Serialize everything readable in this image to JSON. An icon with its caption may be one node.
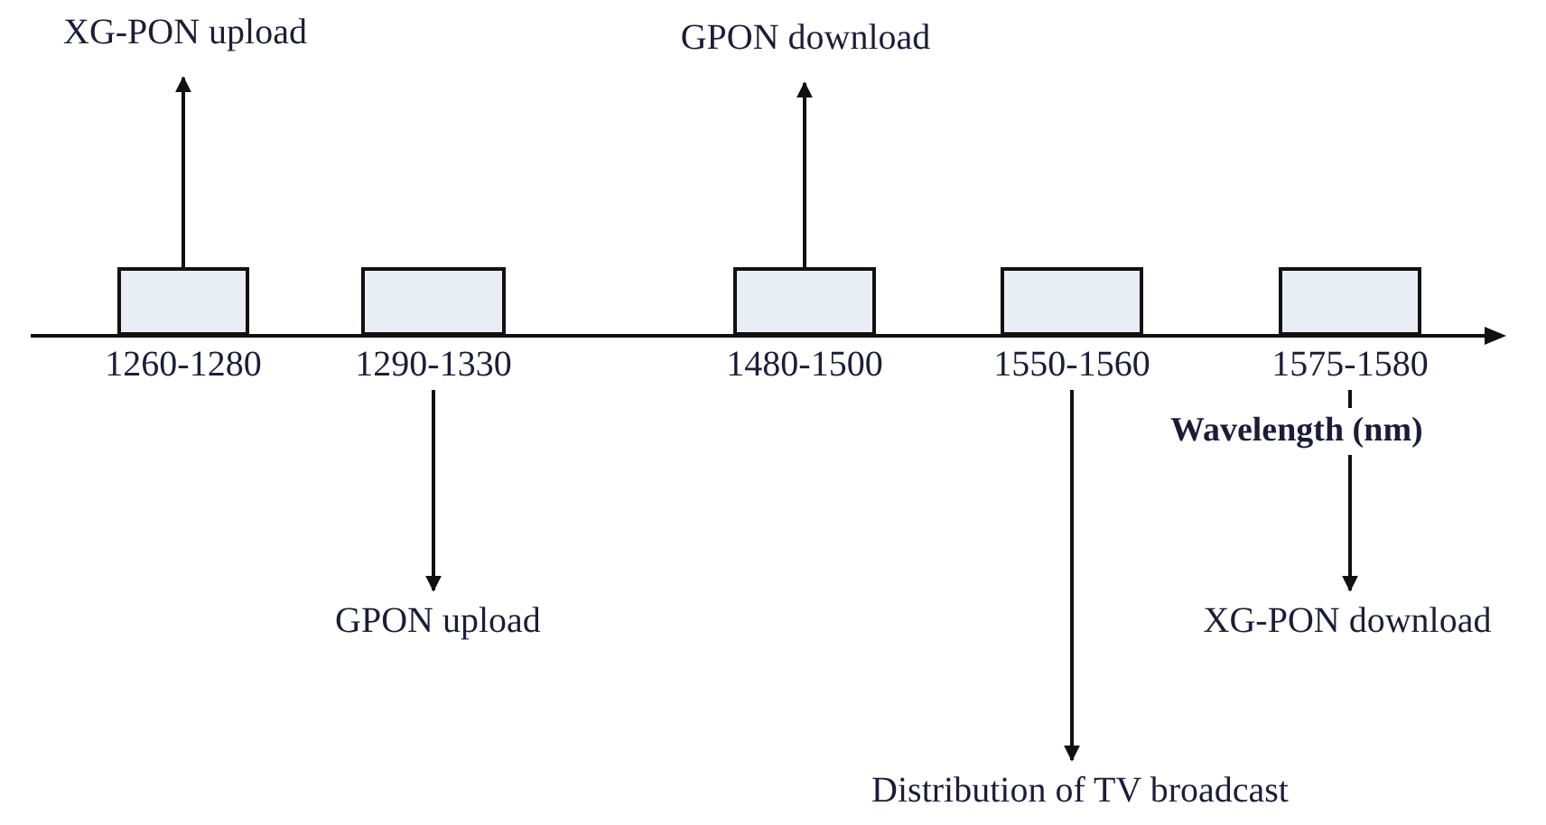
{
  "diagram": {
    "nodes": [
      {
        "text": [
          "XG-PON upload"
        ]
      },
      {
        "text": [
          "GPON download"
        ]
      },
      {
        "text": [],
        "shape": "box",
        "beside": [
          "1260-1280"
        ]
      },
      {
        "text": [],
        "shape": "box",
        "beside": [
          "1290-1330"
        ]
      },
      {
        "text": [],
        "shape": "box",
        "beside": [
          "1480-1500"
        ]
      },
      {
        "text": [],
        "shape": "box",
        "beside": [
          "1550-1560"
        ]
      },
      {
        "text": [],
        "shape": "box",
        "beside": [
          "1575-1580"
        ]
      },
      {
        "text": [
          "GPON upload"
        ]
      },
      {
        "text": [
          "XG-PON download"
        ]
      },
      {
        "text": [
          "Distribution of TV broadcast"
        ]
      }
    ],
    "edges": [
      {
        "from": 2,
        "to": 0,
        "arrow": "to"
      },
      {
        "from": 3,
        "to": 7,
        "arrow": "to"
      },
      {
        "from": 4,
        "to": 1,
        "arrow": "to"
      },
      {
        "from": 5,
        "to": 9,
        "arrow": "to"
      },
      {
        "from": 6,
        "to": 8,
        "arrow": "to"
      }
    ],
    "labels": [
      "Wavelength (nm)"
    ]
  }
}
